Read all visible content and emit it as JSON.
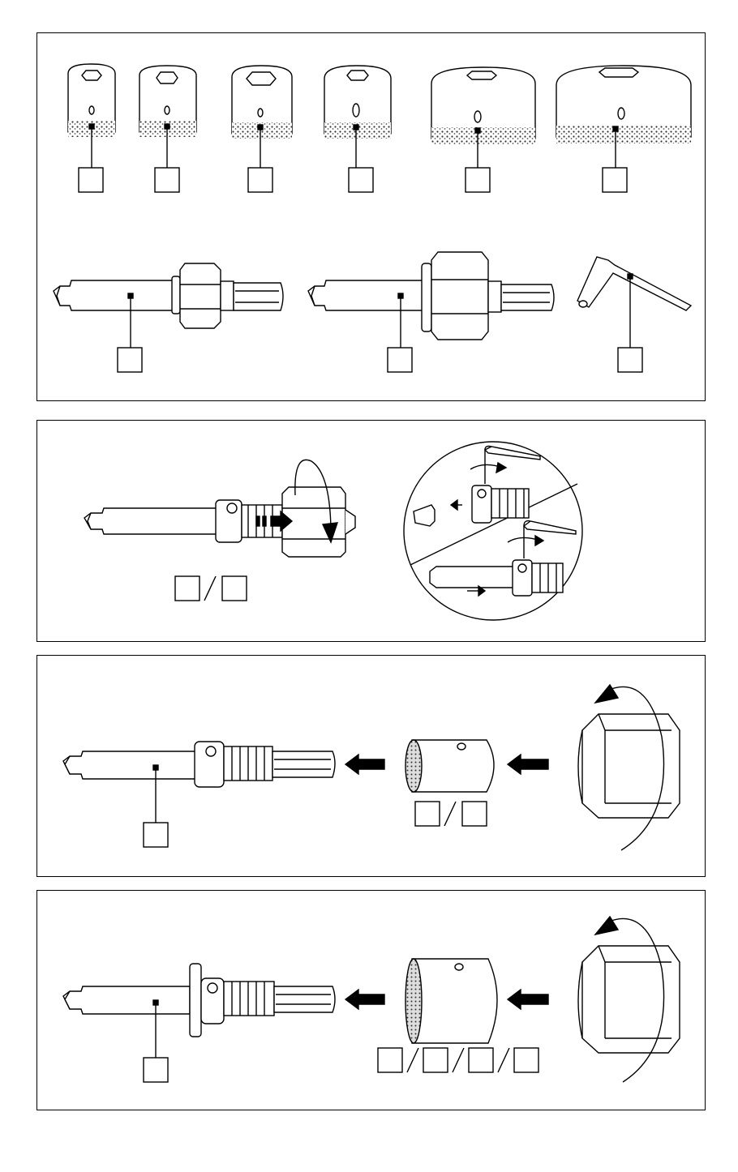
{
  "document": {
    "colors": {
      "line": "#000000",
      "background": "#ffffff",
      "grit": "#555555"
    },
    "panels": [
      {
        "id": "components",
        "callout_count": 9
      },
      {
        "id": "pilot-drill-insert",
        "callout_boxes": 2,
        "separator": "/"
      },
      {
        "id": "assembly-small",
        "callout_boxes": 3,
        "separator": "/"
      },
      {
        "id": "assembly-large",
        "callout_boxes": 5,
        "separator": "/"
      }
    ],
    "icons": [
      "core-bit-icon",
      "arbor-icon",
      "hex-key-icon",
      "nut-icon",
      "push-arrow-icon",
      "rotate-arrow-icon"
    ]
  }
}
